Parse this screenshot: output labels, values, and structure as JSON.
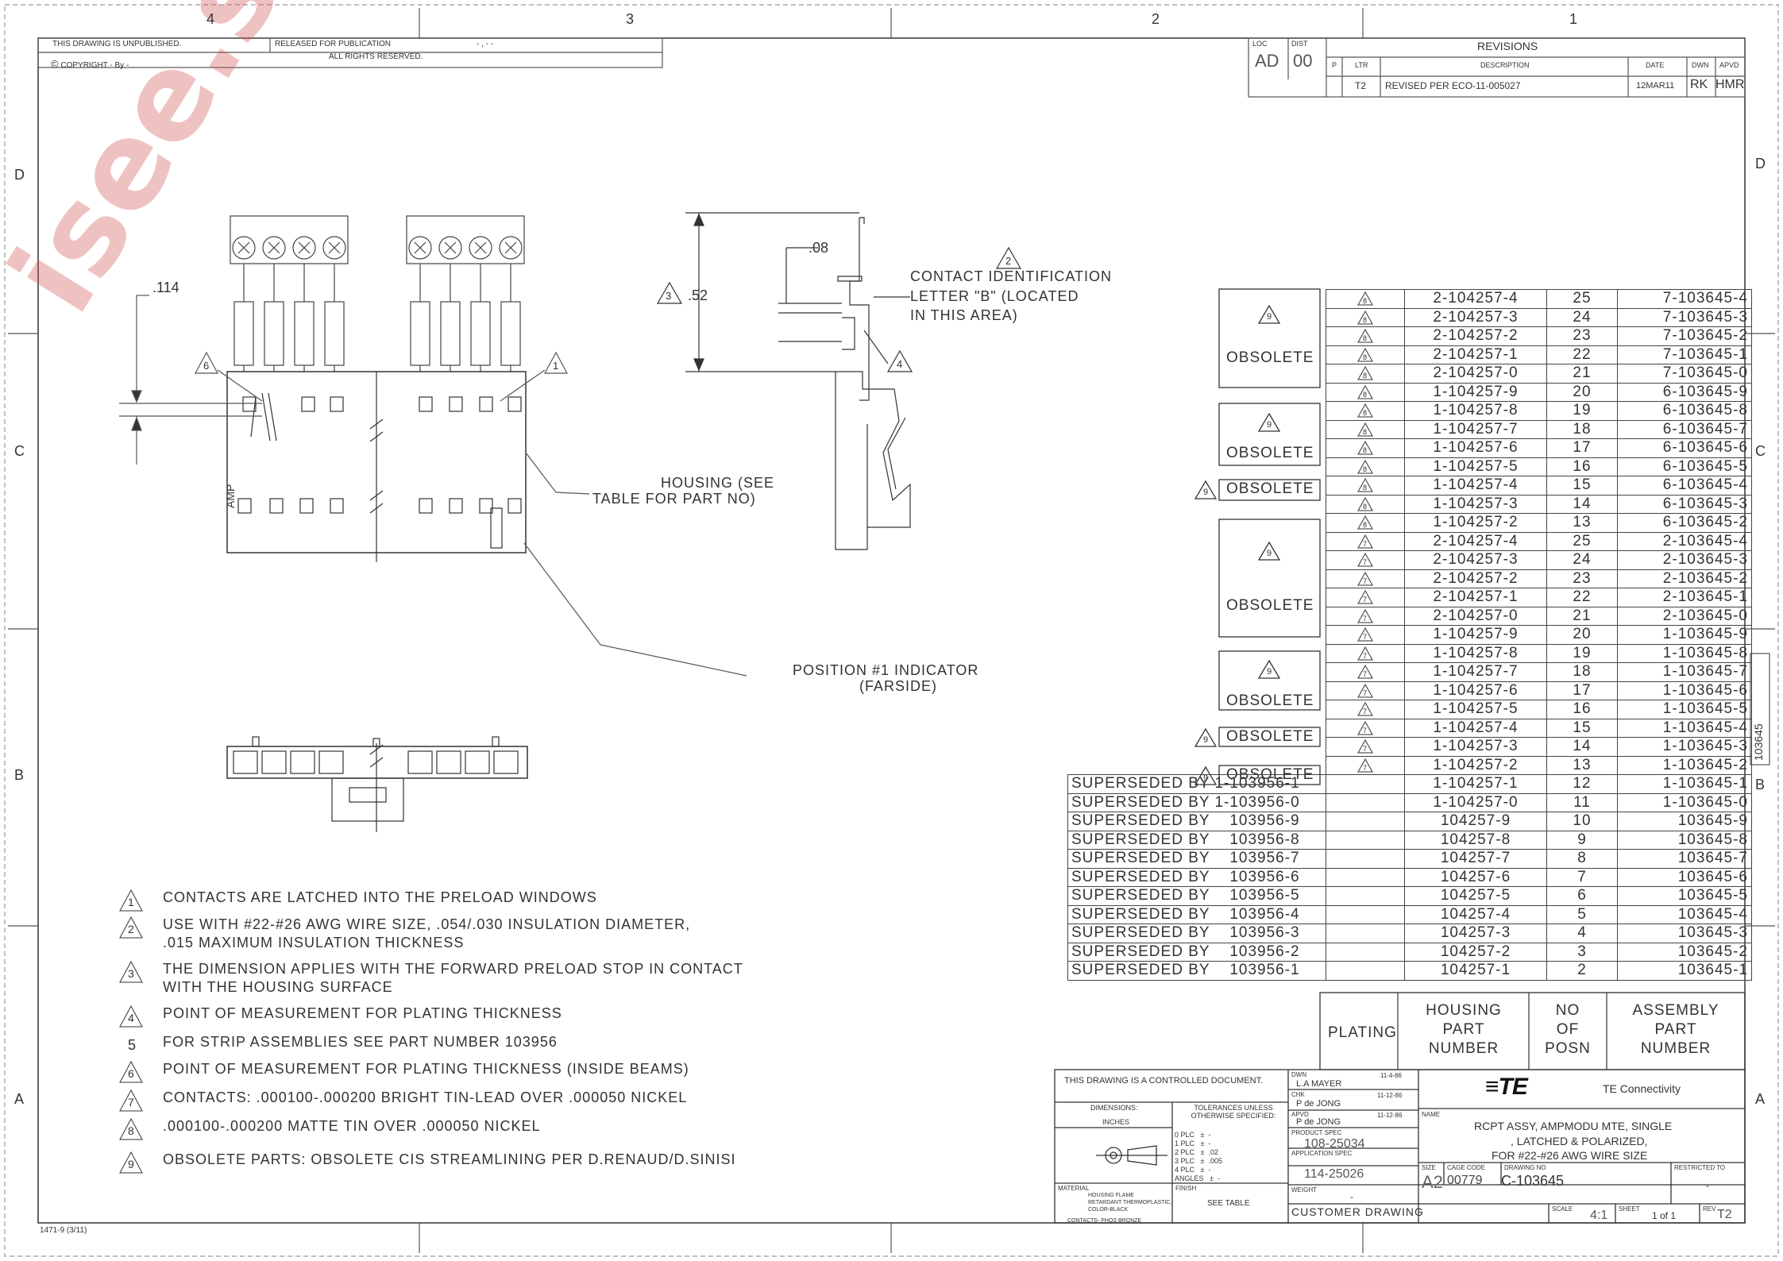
{
  "border": {
    "top_zones": [
      "4",
      "3",
      "2",
      "1"
    ],
    "side_zones": [
      "D",
      "C",
      "B",
      "A"
    ]
  },
  "header_left": {
    "unpublished": "THIS DRAWING IS UNPUBLISHED.",
    "released": "RELEASED FOR PUBLICATION",
    "release_date": "- , -  -",
    "copyright": "COPYRIGHT  -   By -",
    "rights": "ALL RIGHTS RESERVED."
  },
  "revisions": {
    "loc_label": "LOC",
    "loc": "AD",
    "dist_label": "DIST",
    "dist": "00",
    "title": "REVISIONS",
    "headers": [
      "P",
      "LTR",
      "DESCRIPTION",
      "DATE",
      "DWN",
      "APVD"
    ],
    "rows": [
      {
        "p": "",
        "ltr": "T2",
        "description": "REVISED PER ECO-11-005027",
        "date": "12MAR11",
        "dwn": "RK",
        "apvd": "HMR"
      }
    ]
  },
  "callouts": {
    "dim_114": ".114",
    "dim_08": ".08",
    "dim_52": ".52",
    "n1": "1",
    "n2": "2",
    "n3": "3",
    "n4": "4",
    "n6": "6",
    "contact_id": [
      "CONTACT IDENTIFICATION",
      "LETTER \"B\" (LOCATED",
      "IN THIS AREA)"
    ],
    "housing": [
      "HOUSING (SEE",
      "TABLE FOR PART NO)"
    ],
    "position1": [
      "POSITION #1 INDICATOR",
      "(FARSIDE)"
    ],
    "amp": "AMP"
  },
  "notes": [
    {
      "num": "1",
      "tri": true,
      "lines": [
        "CONTACTS ARE LATCHED INTO THE PRELOAD WINDOWS"
      ]
    },
    {
      "num": "2",
      "tri": true,
      "lines": [
        "USE WITH #22-#26 AWG WIRE SIZE, .054/.030 INSULATION DIAMETER,",
        ".015 MAXIMUM INSULATION THICKNESS"
      ]
    },
    {
      "num": "3",
      "tri": true,
      "lines": [
        "THE DIMENSION APPLIES WITH THE FORWARD PRELOAD STOP IN CONTACT",
        "WITH THE HOUSING SURFACE"
      ]
    },
    {
      "num": "4",
      "tri": true,
      "lines": [
        "POINT OF MEASUREMENT FOR PLATING THICKNESS"
      ]
    },
    {
      "num": "5",
      "tri": false,
      "lines": [
        "FOR STRIP ASSEMBLIES SEE PART NUMBER 103956"
      ]
    },
    {
      "num": "6",
      "tri": true,
      "lines": [
        "POINT OF MEASUREMENT FOR PLATING THICKNESS (INSIDE BEAMS)"
      ]
    },
    {
      "num": "7",
      "tri": true,
      "lines": [
        "CONTACTS: .000100-.000200 BRIGHT TIN-LEAD OVER .000050 NICKEL"
      ]
    },
    {
      "num": "8",
      "tri": true,
      "lines": [
        ".000100-.000200 MATTE TIN OVER .000050 NICKEL"
      ]
    },
    {
      "num": "9",
      "tri": true,
      "lines": [
        "OBSOLETE PARTS: OBSOLETE CIS STREAMLINING PER D.RENAUD/D.SINISI"
      ]
    }
  ],
  "parts_table": {
    "header": {
      "plating": "PLATING",
      "housing": "HOUSING\nPART\nNUMBER",
      "posn": "NO\nOF\nPOSN",
      "assembly": "ASSEMBLY\nPART\nNUMBER"
    },
    "obsolete_label": "OBSOLETE",
    "obsolete_tri": "9",
    "rows": [
      {
        "left": "",
        "plating": "8",
        "housing": "2-104257-4",
        "posn": "25",
        "assembly": "7-103645-4"
      },
      {
        "left": "",
        "plating": "8",
        "housing": "2-104257-3",
        "posn": "24",
        "assembly": "7-103645-3"
      },
      {
        "left": "",
        "plating": "8",
        "housing": "2-104257-2",
        "posn": "23",
        "assembly": "7-103645-2"
      },
      {
        "left": "",
        "plating": "8",
        "housing": "2-104257-1",
        "posn": "22",
        "assembly": "7-103645-1"
      },
      {
        "left": "",
        "plating": "8",
        "housing": "2-104257-0",
        "posn": "21",
        "assembly": "7-103645-0"
      },
      {
        "left": "",
        "plating": "8",
        "housing": "1-104257-9",
        "posn": "20",
        "assembly": "6-103645-9"
      },
      {
        "left": "",
        "plating": "8",
        "housing": "1-104257-8",
        "posn": "19",
        "assembly": "6-103645-8"
      },
      {
        "left": "",
        "plating": "8",
        "housing": "1-104257-7",
        "posn": "18",
        "assembly": "6-103645-7"
      },
      {
        "left": "",
        "plating": "8",
        "housing": "1-104257-6",
        "posn": "17",
        "assembly": "6-103645-6"
      },
      {
        "left": "",
        "plating": "8",
        "housing": "1-104257-5",
        "posn": "16",
        "assembly": "6-103645-5"
      },
      {
        "left": "",
        "plating": "8",
        "housing": "1-104257-4",
        "posn": "15",
        "assembly": "6-103645-4"
      },
      {
        "left": "",
        "plating": "8",
        "housing": "1-104257-3",
        "posn": "14",
        "assembly": "6-103645-3"
      },
      {
        "left": "",
        "plating": "8",
        "housing": "1-104257-2",
        "posn": "13",
        "assembly": "6-103645-2"
      },
      {
        "left": "",
        "plating": "7",
        "housing": "2-104257-4",
        "posn": "25",
        "assembly": "2-103645-4"
      },
      {
        "left": "",
        "plating": "7",
        "housing": "2-104257-3",
        "posn": "24",
        "assembly": "2-103645-3"
      },
      {
        "left": "",
        "plating": "7",
        "housing": "2-104257-2",
        "posn": "23",
        "assembly": "2-103645-2"
      },
      {
        "left": "",
        "plating": "7",
        "housing": "2-104257-1",
        "posn": "22",
        "assembly": "2-103645-1"
      },
      {
        "left": "",
        "plating": "7",
        "housing": "2-104257-0",
        "posn": "21",
        "assembly": "2-103645-0"
      },
      {
        "left": "",
        "plating": "7",
        "housing": "1-104257-9",
        "posn": "20",
        "assembly": "1-103645-9"
      },
      {
        "left": "",
        "plating": "7",
        "housing": "1-104257-8",
        "posn": "19",
        "assembly": "1-103645-8"
      },
      {
        "left": "",
        "plating": "7",
        "housing": "1-104257-7",
        "posn": "18",
        "assembly": "1-103645-7"
      },
      {
        "left": "",
        "plating": "7",
        "housing": "1-104257-6",
        "posn": "17",
        "assembly": "1-103645-6"
      },
      {
        "left": "",
        "plating": "7",
        "housing": "1-104257-5",
        "posn": "16",
        "assembly": "1-103645-5"
      },
      {
        "left": "",
        "plating": "7",
        "housing": "1-104257-4",
        "posn": "15",
        "assembly": "1-103645-4"
      },
      {
        "left": "",
        "plating": "7",
        "housing": "1-104257-3",
        "posn": "14",
        "assembly": "1-103645-3"
      },
      {
        "left": "",
        "plating": "7",
        "housing": "1-104257-2",
        "posn": "13",
        "assembly": "1-103645-2"
      },
      {
        "left": "SUPERSEDED BY 1-103956-1",
        "plating": "",
        "housing": "1-104257-1",
        "posn": "12",
        "assembly": "1-103645-1"
      },
      {
        "left": "SUPERSEDED BY 1-103956-0",
        "plating": "",
        "housing": "1-104257-0",
        "posn": "11",
        "assembly": "1-103645-0"
      },
      {
        "left": "SUPERSEDED BY    103956-9",
        "plating": "",
        "housing": "104257-9",
        "posn": "10",
        "assembly": "103645-9"
      },
      {
        "left": "SUPERSEDED BY    103956-8",
        "plating": "",
        "housing": "104257-8",
        "posn": "9",
        "assembly": "103645-8"
      },
      {
        "left": "SUPERSEDED BY    103956-7",
        "plating": "",
        "housing": "104257-7",
        "posn": "8",
        "assembly": "103645-7"
      },
      {
        "left": "SUPERSEDED BY    103956-6",
        "plating": "",
        "housing": "104257-6",
        "posn": "7",
        "assembly": "103645-6"
      },
      {
        "left": "SUPERSEDED BY    103956-5",
        "plating": "",
        "housing": "104257-5",
        "posn": "6",
        "assembly": "103645-5"
      },
      {
        "left": "SUPERSEDED BY    103956-4",
        "plating": "",
        "housing": "104257-4",
        "posn": "5",
        "assembly": "103645-4"
      },
      {
        "left": "SUPERSEDED BY    103956-3",
        "plating": "",
        "housing": "104257-3",
        "posn": "4",
        "assembly": "103645-3"
      },
      {
        "left": "SUPERSEDED BY    103956-2",
        "plating": "",
        "housing": "104257-2",
        "posn": "3",
        "assembly": "103645-2"
      },
      {
        "left": "SUPERSEDED BY    103956-1",
        "plating": "",
        "housing": "104257-1",
        "posn": "2",
        "assembly": "103645-1"
      }
    ]
  },
  "title_block": {
    "controlled": "THIS DRAWING IS A CONTROLLED DOCUMENT.",
    "dimensions": "DIMENSIONS:",
    "inches": "INCHES",
    "tolerances": "TOLERANCES UNLESS OTHERWISE SPECIFIED:",
    "tol_rows": [
      "0 PLC   ±  -",
      "1 PLC   ±  -",
      "2 PLC   ±  .02",
      "3 PLC   ±  .005",
      "4 PLC   ±  -",
      "ANGLES   ±  -"
    ],
    "material_label": "MATERIAL",
    "material": [
      "HOUSING FLAME",
      "RETARDANT THERMOPLASTIC,",
      "COLOR-BLACK",
      "CONTACTS- PHOS BRONZE"
    ],
    "finish_label": "FINISH",
    "finish": "SEE TABLE",
    "dwn_label": "DWN",
    "dwn": "L.A MAYER",
    "dwn_date": "11-4-86",
    "chk_label": "CHK",
    "chk": "P de JONG",
    "chk_date": "11-12-86",
    "apvd_label": "APVD",
    "apvd": "P de JONG",
    "apvd_date": "11-12-86",
    "product_spec_label": "PRODUCT SPEC",
    "product_spec": "108-25034",
    "app_spec_label": "APPLICATION SPEC",
    "app_spec": "114-25026",
    "weight_label": "WEIGHT",
    "weight": "-",
    "customer": "CUSTOMER DRAWING",
    "company": "TE Connectivity",
    "logo": "TE",
    "name_label": "NAME",
    "name": [
      "RCPT ASSY, AMPMODU  MTE, SINGLE",
      ", LATCHED & POLARIZED,",
      "FOR #22-#26 AWG WIRE SIZE"
    ],
    "size_label": "SIZE",
    "size": "A2",
    "cage_label": "CAGE CODE",
    "cage": "00779",
    "dwgno_label": "DRAWING NO",
    "dwgno": "C-103645",
    "restricted_label": "RESTRICTED TO",
    "restricted": "-",
    "scale_label": "SCALE",
    "scale": "4:1",
    "sheet_label": "SHEET",
    "sheet": "1 of 1",
    "rev_label": "REV",
    "rev": "T2"
  },
  "side_tag": "103645",
  "form_no": "1471-9  (3/11)",
  "watermark": "isee.sisoo.com"
}
